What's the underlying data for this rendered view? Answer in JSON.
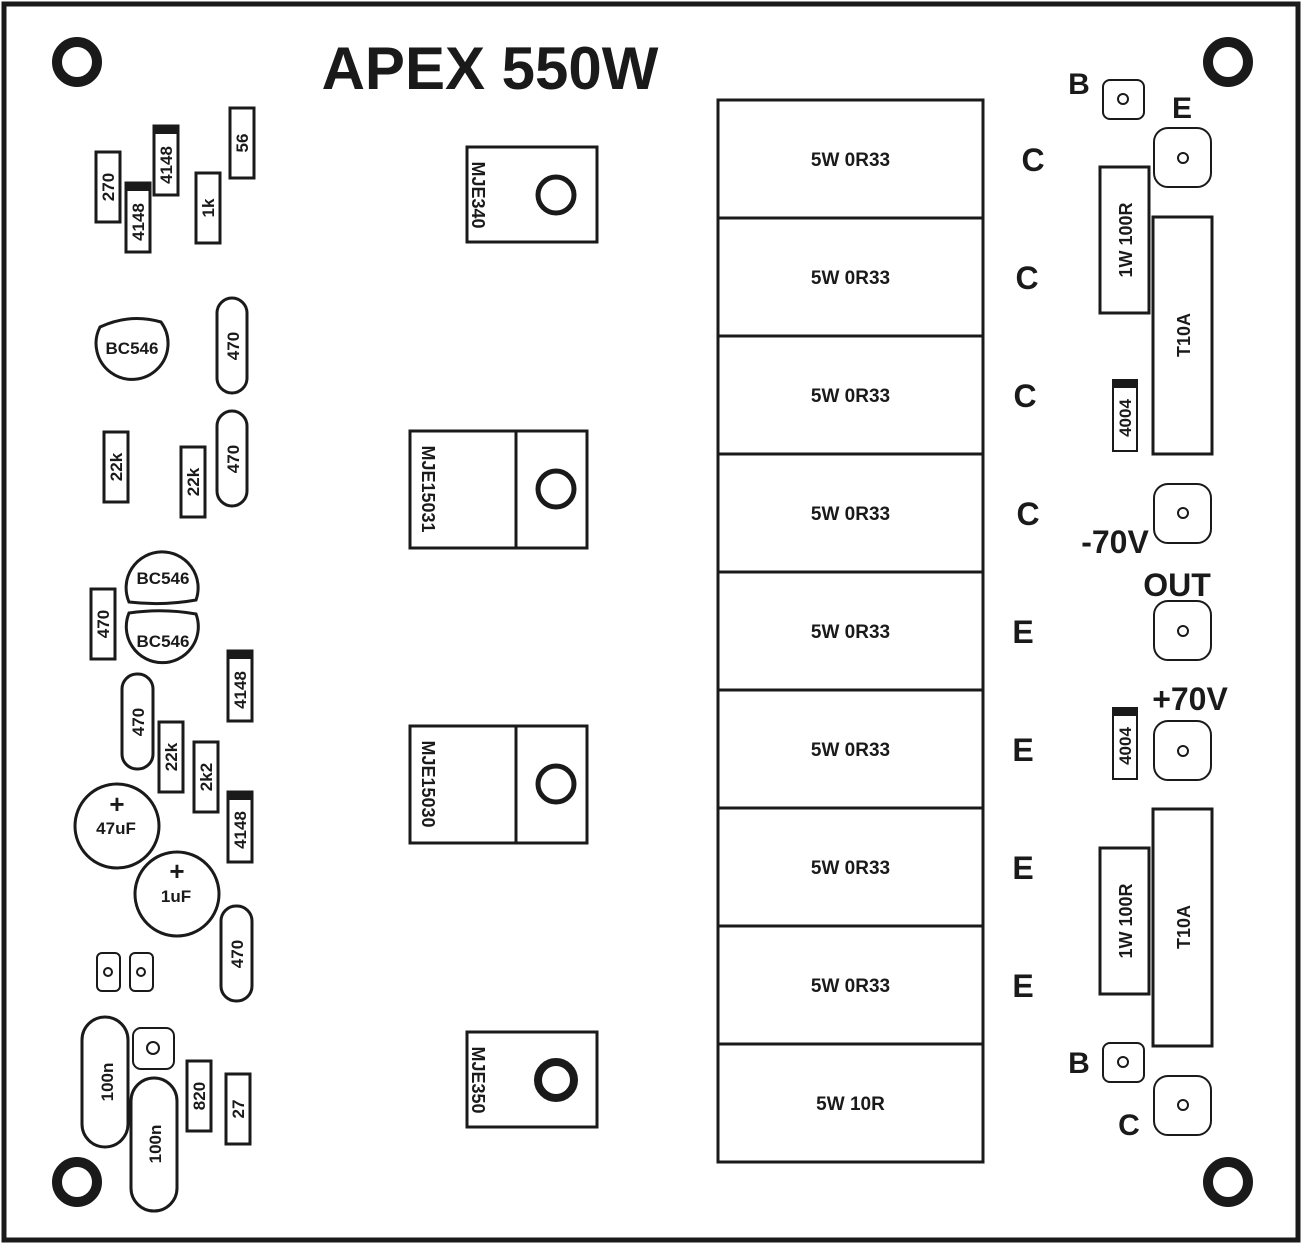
{
  "title": "APEX 550W",
  "colors": {
    "ink": "#1a1a1a",
    "background": "#ffffff"
  },
  "mounting_holes": [
    "mounting-hole-top-left",
    "mounting-hole-top-right",
    "mounting-hole-bottom-left",
    "mounting-hole-bottom-right"
  ],
  "transistors": {
    "mje340": "MJE340",
    "mje15031": "MJE15031",
    "mje15030": "MJE15030",
    "mje350": "MJE350"
  },
  "power_resistors": [
    "5W 0R33",
    "5W 0R33",
    "5W 0R33",
    "5W 0R33",
    "5W 0R33",
    "5W 0R33",
    "5W 0R33",
    "5W 0R33",
    "5W 10R"
  ],
  "resistor_pin_labels": [
    "C",
    "C",
    "C",
    "C",
    "E",
    "E",
    "E",
    "E"
  ],
  "terminals": {
    "b_top": "B",
    "e_top": "E",
    "minus70": "-70V",
    "out": "OUT",
    "plus70": "+70V",
    "b_bottom": "B",
    "c_bottom": "C"
  },
  "right_parts": {
    "res_top": "1W 100R",
    "fuse_top": "T10A",
    "diode_top": "4004",
    "diode_bottom": "4004",
    "res_bottom": "1W 100R",
    "fuse_bottom": "T10A"
  },
  "small_parts": {
    "r270": "270",
    "d4148_a": "4148",
    "d4148_b": "4148",
    "r1k": "1k",
    "r56": "56",
    "q_bc546_a": "BC546",
    "r470_a": "470",
    "r22k_a": "22k",
    "r22k_b": "22k",
    "r470_b": "470",
    "q_bc546_b": "BC546",
    "q_bc546_c": "BC546",
    "r470_c": "470",
    "d4148_c": "4148",
    "r470_d": "470",
    "r22k_c": "22k",
    "r2k2": "2k2",
    "c47uf": "47uF",
    "d4148_d": "4148",
    "c1uf": "1uF",
    "r470_e": "470",
    "c100n_a": "100n",
    "c100n_b": "100n",
    "r820": "820",
    "r27": "27",
    "plus_sign": "+"
  }
}
